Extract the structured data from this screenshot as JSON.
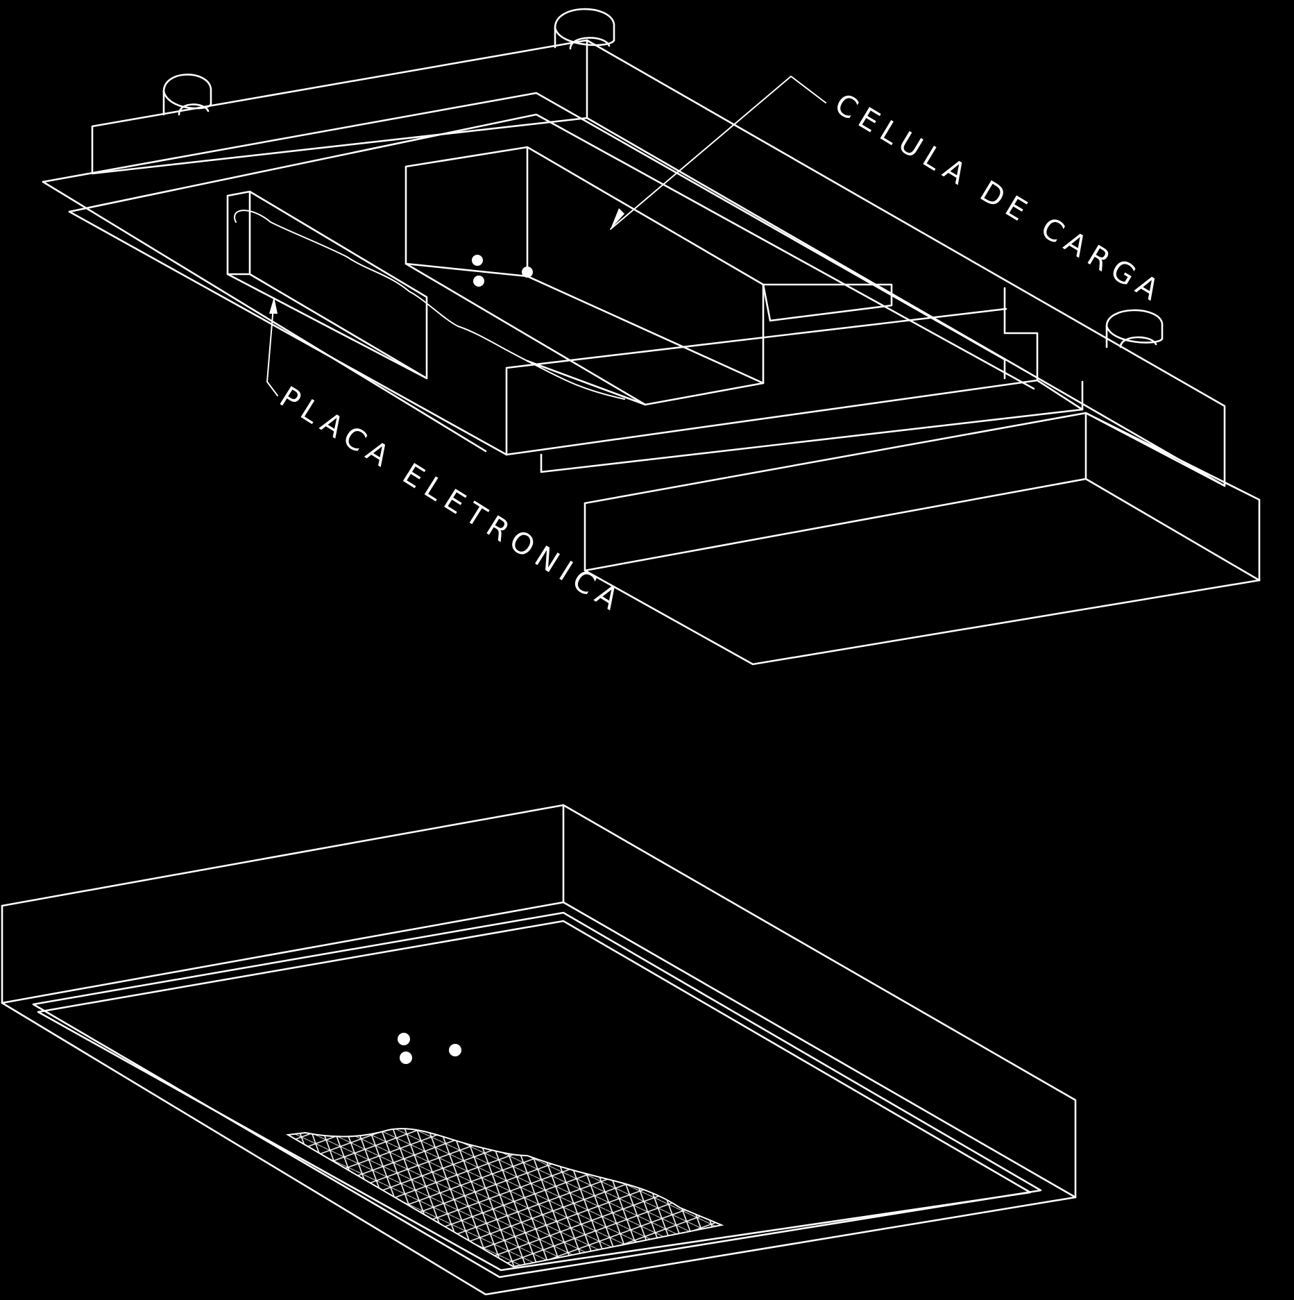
{
  "diagram": {
    "background_color": "#000000",
    "line_color": "#ffffff",
    "labels": {
      "load_cell": "CELULA DE CARGA",
      "electronic_board": "PLACA ELETRONICA"
    },
    "parts": [
      "upper-assembly",
      "lower-tray"
    ]
  }
}
